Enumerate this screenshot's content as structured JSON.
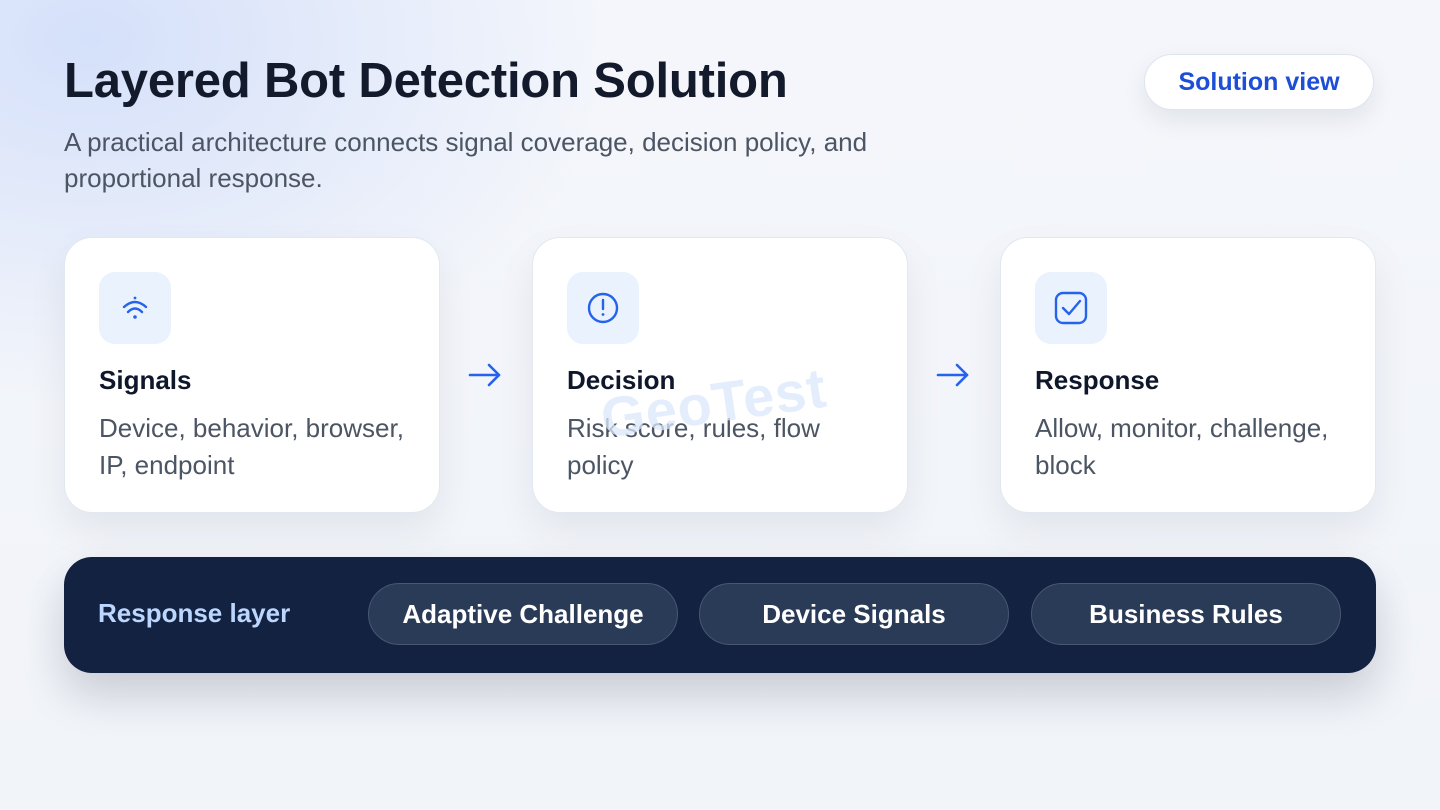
{
  "header": {
    "title": "Layered Bot Detection Solution",
    "subtitle": "A practical architecture connects signal coverage, decision policy, and proportional response.",
    "view_badge": "Solution view"
  },
  "cards": [
    {
      "title": "Signals",
      "description": "Device, behavior, browser, IP, endpoint",
      "icon": "signal-icon"
    },
    {
      "title": "Decision",
      "description": "Risk score, rules, flow policy",
      "icon": "alert-circle-icon"
    },
    {
      "title": "Response",
      "description": "Allow, monitor, challenge, block",
      "icon": "checkbox-icon"
    }
  ],
  "watermark": "GeoTest",
  "response_layer": {
    "label": "Response layer",
    "pills": [
      "Adaptive Challenge",
      "Device Signals",
      "Business Rules"
    ]
  },
  "colors": {
    "accent": "#1d4ed8",
    "icon_blue": "#2563eb",
    "dark_panel": "#132240",
    "pill_bg": "#2a3b57"
  }
}
